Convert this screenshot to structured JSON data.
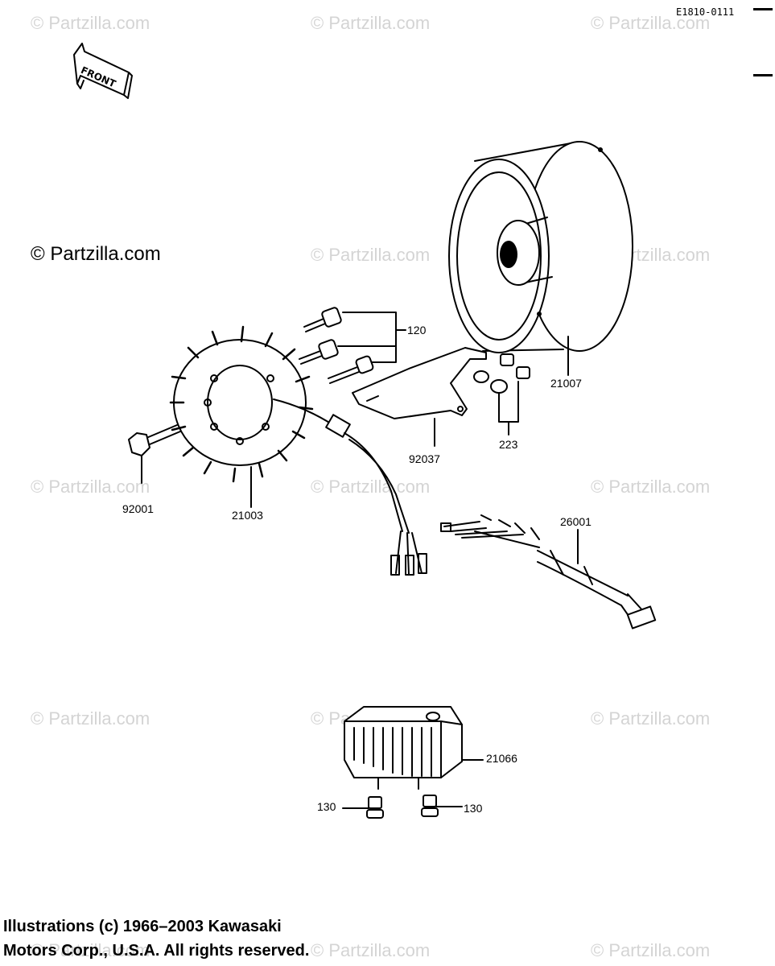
{
  "diagram": {
    "code": "E1810-0111",
    "copyright_notice": "© Partzilla.com",
    "watermark_text": "© Partzilla.com",
    "front_arrow_label": "FRONT",
    "footer": {
      "line1": "Illustrations (c) 1966–2003 Kawasaki",
      "line2": "Motors Corp., U.S.A.  All rights reserved."
    },
    "parts": {
      "flywheel": "21007",
      "stator": "21003",
      "stator_bolt": "92001",
      "stator_screws": "120",
      "bracket": "92037",
      "bracket_bolts": "223",
      "wiring_harness": "26001",
      "regulator": "21066",
      "regulator_bolt_left": "130",
      "regulator_bolt_right": "130"
    }
  }
}
